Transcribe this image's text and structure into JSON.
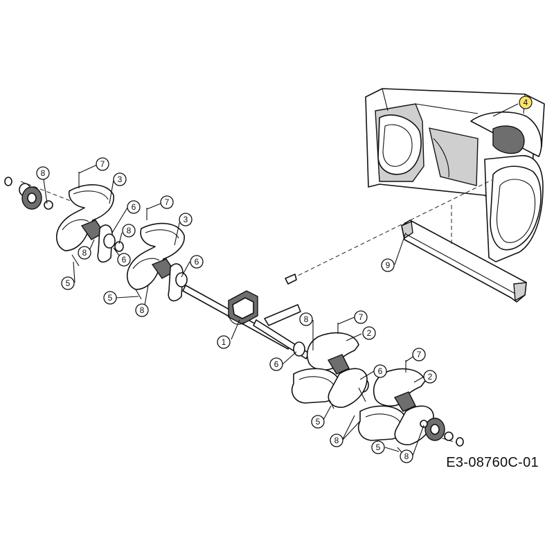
{
  "drawing_code": "E3-08760C-01",
  "highlight_color": "#fbe36a",
  "callouts": [
    {
      "id": "c4",
      "label": "4"
    },
    {
      "id": "c7a",
      "label": "7"
    },
    {
      "id": "c8a",
      "label": "8"
    },
    {
      "id": "c3a",
      "label": "3"
    },
    {
      "id": "c7b",
      "label": "7"
    },
    {
      "id": "c6a",
      "label": "6"
    },
    {
      "id": "c3b",
      "label": "3"
    },
    {
      "id": "c8b",
      "label": "8"
    },
    {
      "id": "c8c",
      "label": "8"
    },
    {
      "id": "c6b",
      "label": "6"
    },
    {
      "id": "c6c",
      "label": "6"
    },
    {
      "id": "c5a",
      "label": "5"
    },
    {
      "id": "c5b",
      "label": "5"
    },
    {
      "id": "c8d",
      "label": "8"
    },
    {
      "id": "c9",
      "label": "9"
    },
    {
      "id": "c1",
      "label": "1"
    },
    {
      "id": "c8e",
      "label": "8"
    },
    {
      "id": "c7c",
      "label": "7"
    },
    {
      "id": "c2a",
      "label": "2"
    },
    {
      "id": "c6d",
      "label": "6"
    },
    {
      "id": "c7d",
      "label": "7"
    },
    {
      "id": "c6e",
      "label": "6"
    },
    {
      "id": "c2b",
      "label": "2"
    },
    {
      "id": "c5c",
      "label": "5"
    },
    {
      "id": "c8f",
      "label": "8"
    },
    {
      "id": "c5d",
      "label": "5"
    },
    {
      "id": "c8g",
      "label": "8"
    }
  ]
}
